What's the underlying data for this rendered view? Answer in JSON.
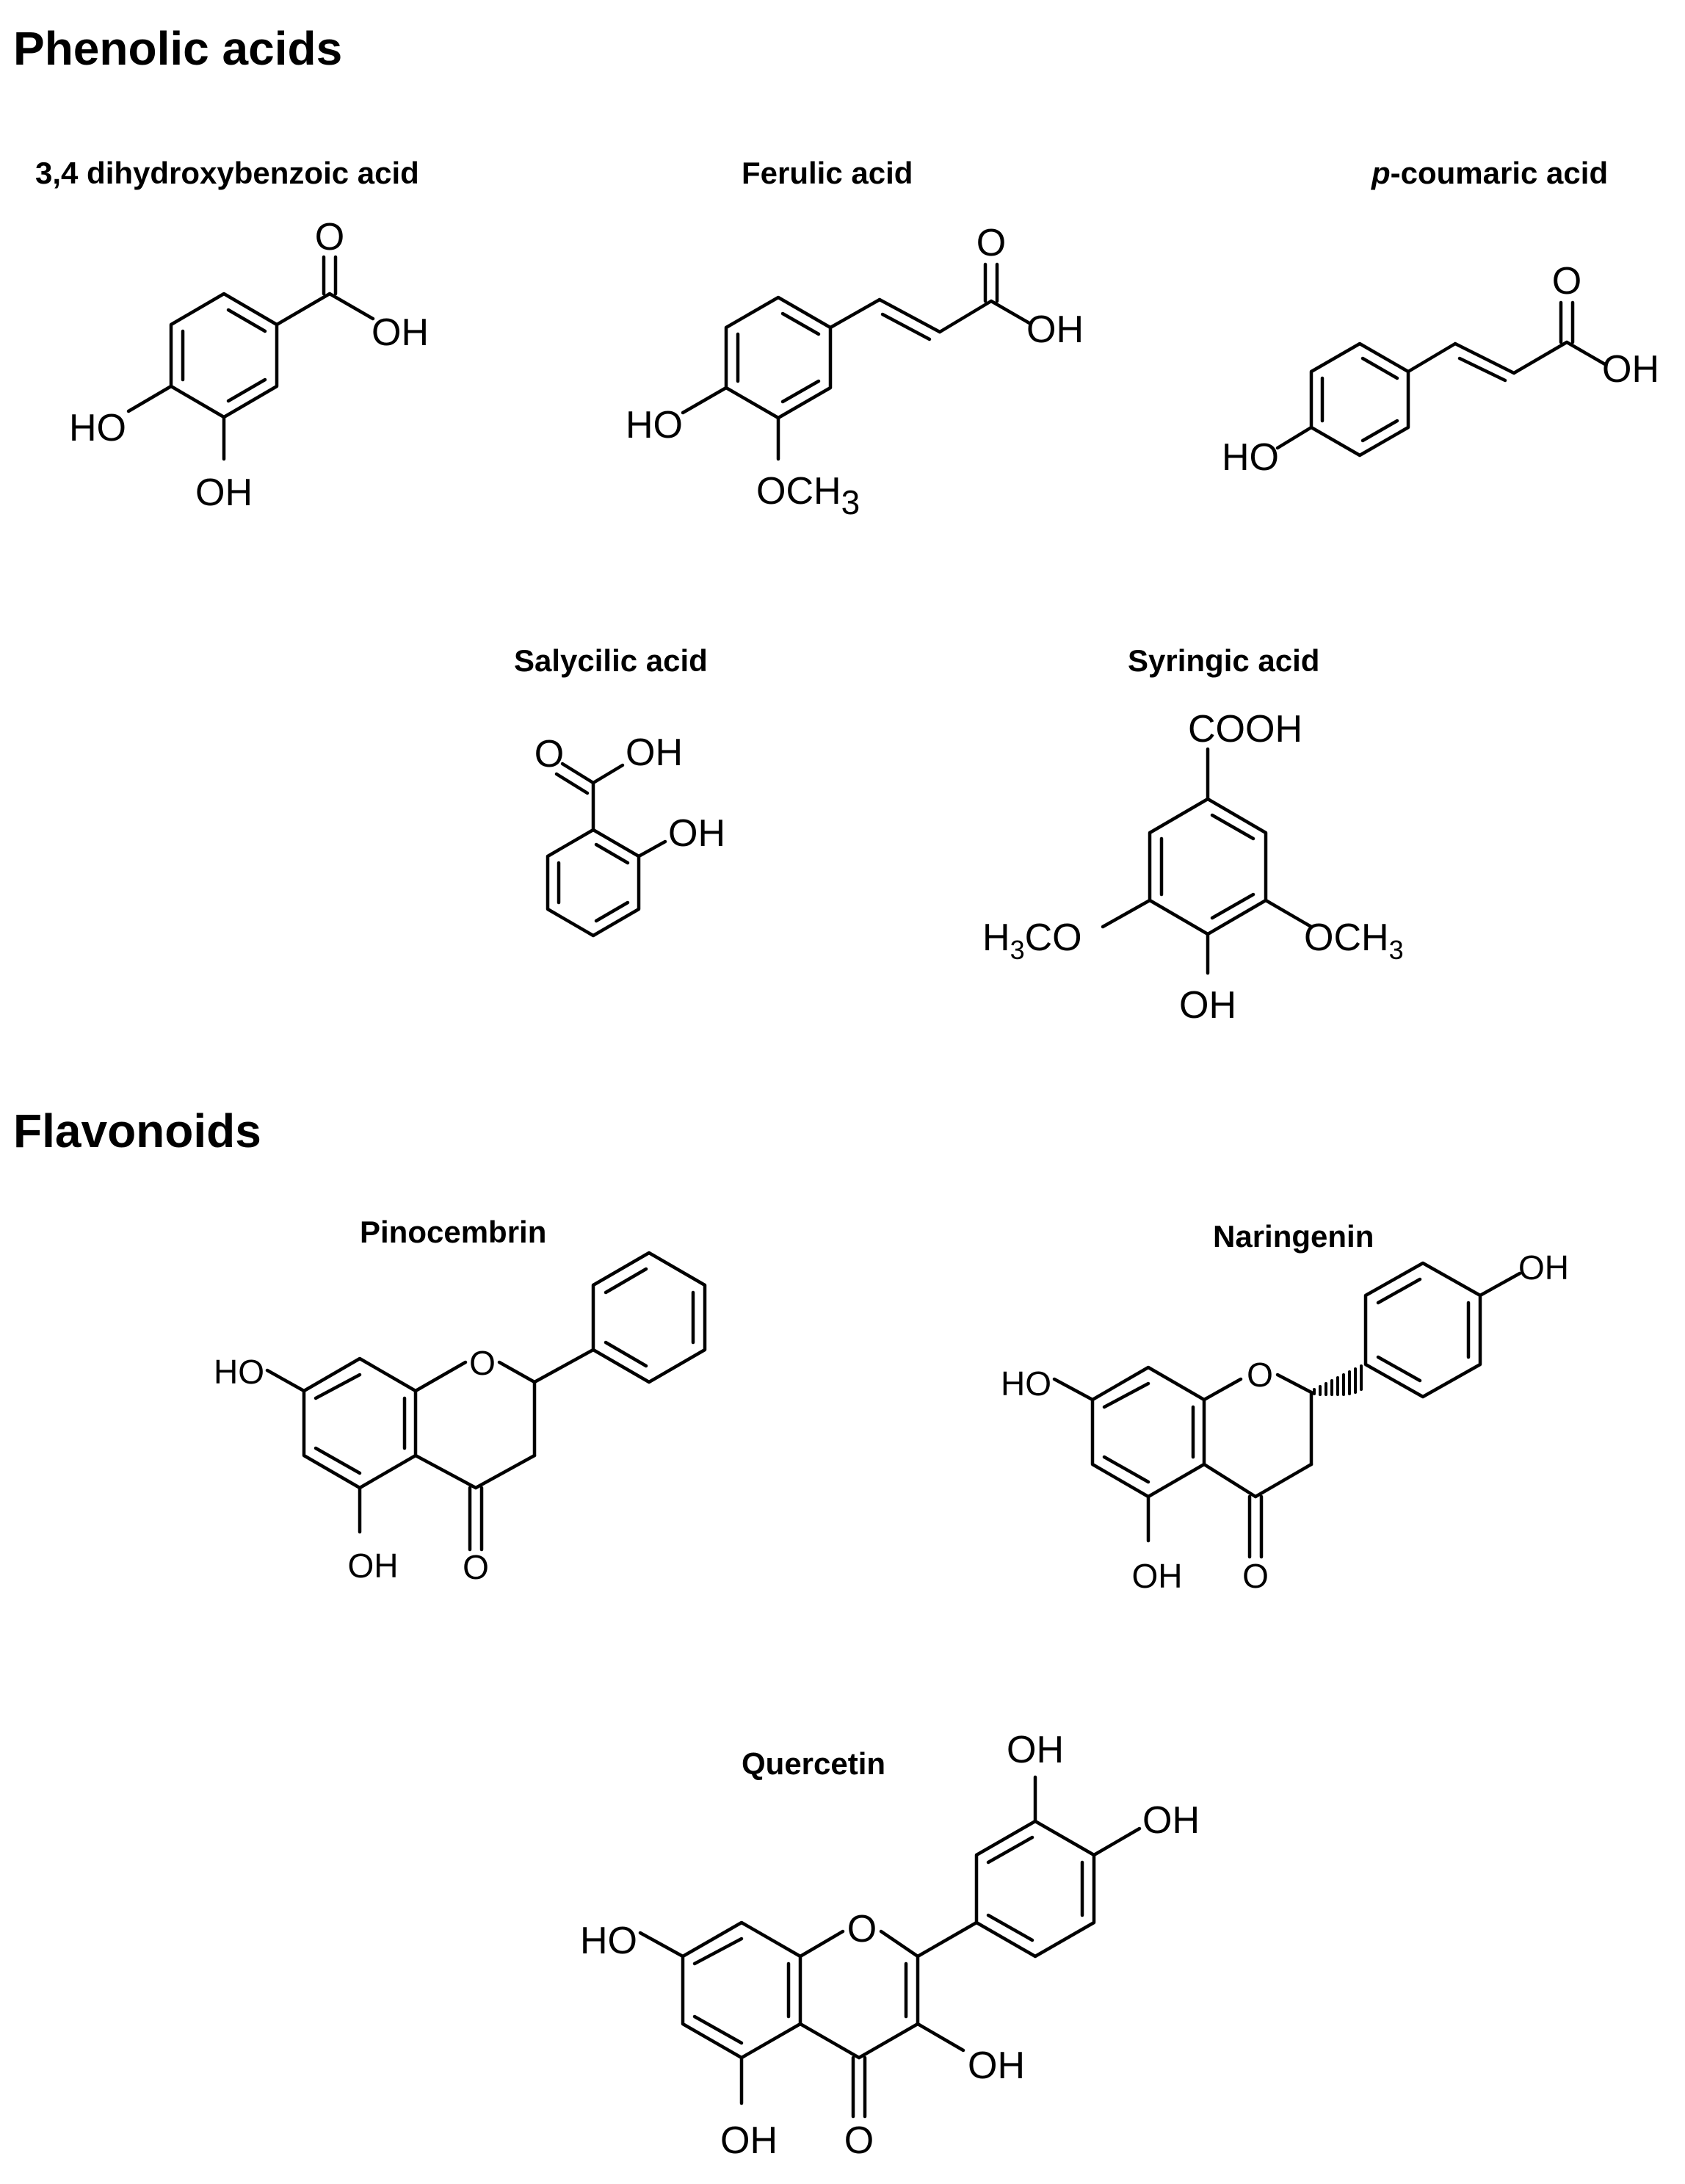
{
  "sections": {
    "phenolic_title": "Phenolic acids",
    "flavonoids_title": "Flavonoids"
  },
  "compounds": {
    "dihydroxybenzoic": {
      "name": "3,4 dihydroxybenzoic acid",
      "labels": {
        "carbonyl_o": "O",
        "acid_oh": "OH",
        "ho": "HO",
        "oh": "OH"
      }
    },
    "ferulic": {
      "name": "Ferulic acid",
      "labels": {
        "carbonyl_o": "O",
        "acid_oh": "OH",
        "ho": "HO",
        "methoxy": "OCH",
        "methoxy_sub": "3"
      }
    },
    "coumaric": {
      "name_italic": "p",
      "name_rest": "-coumaric acid",
      "labels": {
        "carbonyl_o": "O",
        "acid_oh": "OH",
        "ho": "HO"
      }
    },
    "salicylic": {
      "name": "Salycilic acid",
      "labels": {
        "carbonyl_o": "O",
        "acid_oh": "OH",
        "ring_oh": "OH"
      }
    },
    "syringic": {
      "name": "Syringic acid",
      "labels": {
        "cooh": "COOH",
        "left_pre": "H",
        "left_sub": "3",
        "left_post": "CO",
        "right_pre": "OCH",
        "right_sub": "3",
        "oh": "OH"
      }
    },
    "pinocembrin": {
      "name": "Pinocembrin",
      "labels": {
        "ho": "HO",
        "ring_o": "O",
        "oh": "OH",
        "carbonyl_o": "O"
      }
    },
    "naringenin": {
      "name": "Naringenin",
      "labels": {
        "ho": "HO",
        "ring_o": "O",
        "oh": "OH",
        "carbonyl_o": "O",
        "para_oh": "OH"
      }
    },
    "quercetin": {
      "name": "Quercetin",
      "labels": {
        "ho": "HO",
        "ring_o": "O",
        "oh5": "OH",
        "carbonyl_o": "O",
        "oh3": "OH",
        "oh3p": "OH",
        "oh4p": "OH"
      }
    }
  }
}
